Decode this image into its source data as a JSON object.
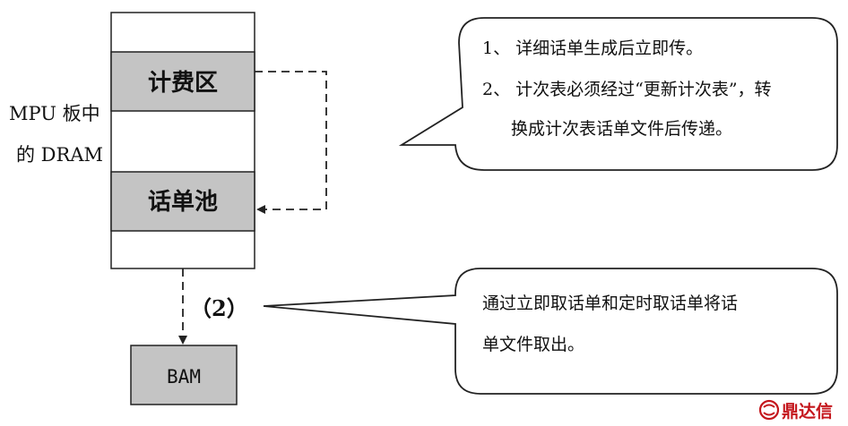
{
  "memory": {
    "label_line1": "MPU 板中",
    "label_line2": "的 DRAM",
    "billing_area": "计费区",
    "ticket_pool": "话单池"
  },
  "bam": {
    "label": "BAM"
  },
  "step_marker": "（2）",
  "callout_top": {
    "item1": "1、 详细话单生成后立即传。",
    "item2_line1": "2、 计次表必须经过“更新计次表”，转",
    "item2_line2": "换成计次表话单文件后传递。"
  },
  "callout_bottom": {
    "line1": "通过立即取话单和定时取话单将话",
    "line2": "单文件取出。"
  },
  "watermark": {
    "text": "鼎达信"
  },
  "colors": {
    "block_fill": "#c4c4c4",
    "line": "#222222",
    "brand": "#c4161c"
  }
}
